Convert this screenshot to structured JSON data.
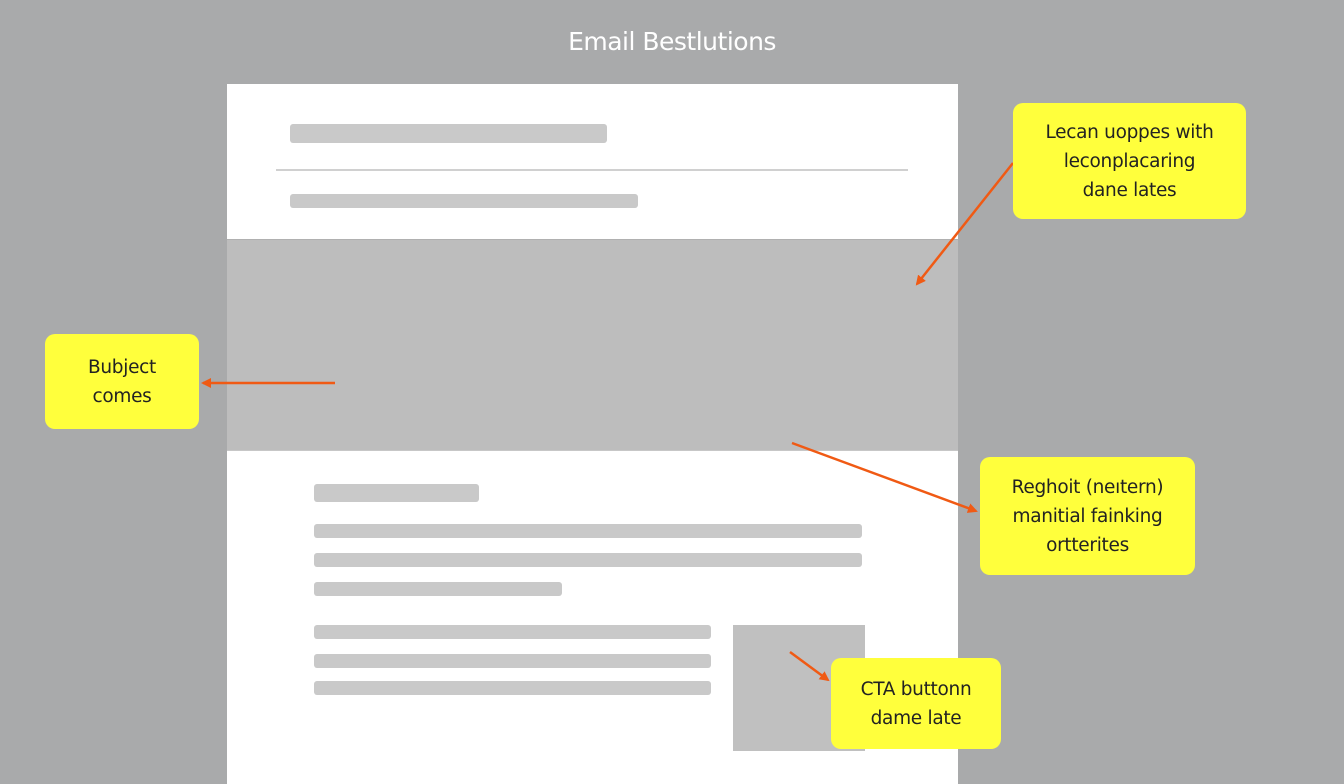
{
  "title": "Email Bestlutions",
  "colors": {
    "background": "#a9aaab",
    "card": "#ffffff",
    "placeholder": "#c9c9c9",
    "hero": "#bdbdbd",
    "callout": "#ffff3c",
    "arrow": "#f05a14"
  },
  "email_mockup": {
    "header_bars": 2,
    "hero_block": "image placeholder",
    "body_heading_bar": 1,
    "body_text_bars": 3,
    "footer_text_bars": 3,
    "thumbnail": "cta placeholder"
  },
  "callouts": [
    {
      "id": "top-right",
      "lines": [
        "Lecan uoppes with",
        "leconplacaring",
        "dane lates"
      ],
      "points_to": "hero image"
    },
    {
      "id": "left",
      "lines": [
        "Bubject",
        "comes"
      ],
      "points_to": "hero image"
    },
    {
      "id": "middle-right",
      "lines": [
        "Reghoit (neıtern)",
        "manitial fainking",
        "ortterites"
      ],
      "points_to": "body content"
    },
    {
      "id": "bottom-right",
      "lines": [
        "CTA buttonn",
        "dame late"
      ],
      "points_to": "cta thumbnail"
    }
  ]
}
